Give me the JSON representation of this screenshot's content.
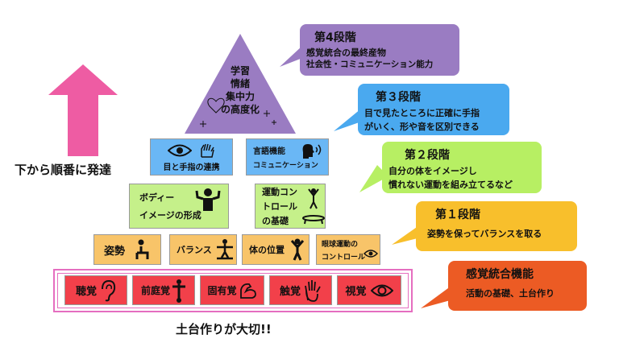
{
  "arrow_label": "下から順番に発達",
  "footer_label": "土台作りが大切!!",
  "pyramid": {
    "top": [
      "学習",
      "情緒",
      "集中力",
      "の高度化"
    ],
    "row3": [
      {
        "label": "目と手指の連携"
      },
      {
        "label": "言語機能",
        "label2": "コミュニケーション"
      }
    ],
    "row2": [
      {
        "label": "ボディー",
        "label2": "イメージの形成"
      },
      {
        "label": "運動コン",
        "label2": "トロール",
        "label3": "の基礎"
      }
    ],
    "row1": [
      {
        "label": "姿勢"
      },
      {
        "label": "バランス"
      },
      {
        "label": "体の位置"
      },
      {
        "label": "眼球運動の",
        "label2": "コントロール"
      }
    ],
    "base": [
      {
        "label": "聴覚"
      },
      {
        "label": "前庭覚"
      },
      {
        "label": "固有覚"
      },
      {
        "label": "触覚"
      },
      {
        "label": "視覚"
      }
    ]
  },
  "stages": [
    {
      "title": "第4段階",
      "line1": "感覚統合の最終産物",
      "line2": "社会性・コミュニケーション能力",
      "color": "#9a7cc2"
    },
    {
      "title": "第３段階",
      "line1": "目で見たところに正確に手指",
      "line2": "がいく、形や音を区別できる",
      "color": "#4aa9ef"
    },
    {
      "title": "第２段階",
      "line1": "自分の体をイメージし",
      "line2": "慣れない運動を組み立てるなど",
      "color": "#b7ef63"
    },
    {
      "title": "第１段階",
      "line1": "姿勢を保ってバランスを取る",
      "line2": "",
      "color": "#f8bf2c"
    },
    {
      "title": "感覚統合機能",
      "line1": "活動の基礎、土台作り",
      "line2": "",
      "color": "#ec5b24"
    }
  ],
  "colors": {
    "arrow": "#ee5ca3",
    "triangle": "#9a7cc2",
    "base_border": "#e56ec0"
  }
}
